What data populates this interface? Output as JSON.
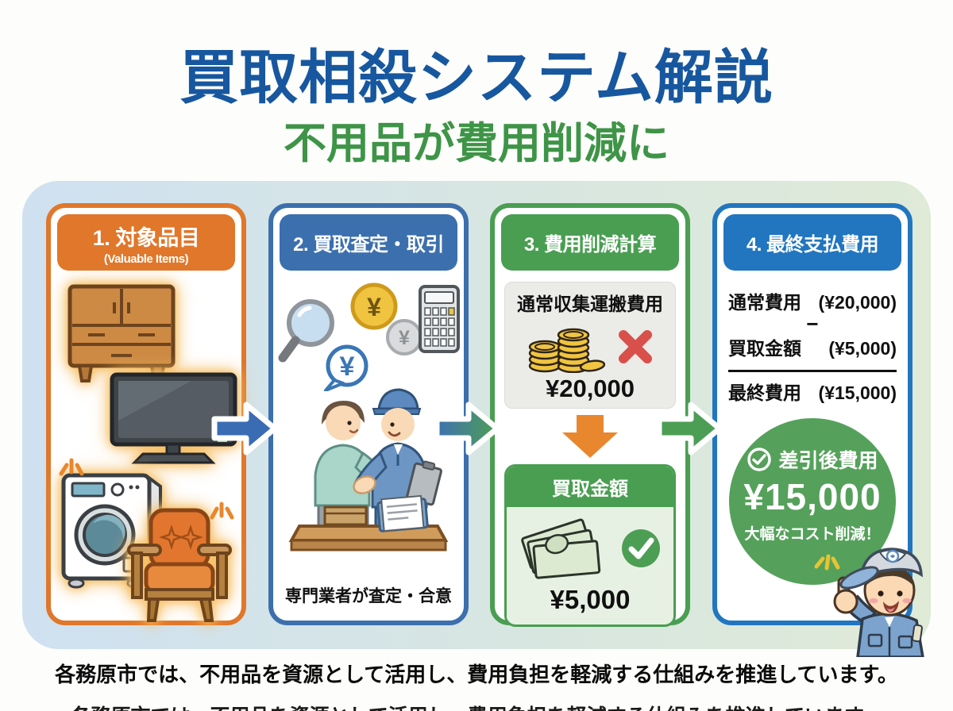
{
  "header": {
    "title": "買取相殺システム解説",
    "subtitle": "不用品が費用削減に"
  },
  "colors": {
    "title_blue": "#17579f",
    "subtitle_green": "#3e9447",
    "panel1_orange": "#e0772b",
    "panel2_blue": "#3c6fad",
    "panel3_green": "#4a9e52",
    "panel4_blue": "#2176bf",
    "result_circle_green": "#55a15b",
    "flow_arrow_blue": "#3a6cb3",
    "flow_arrow_green": "#4d9e55",
    "down_arrow_orange": "#e8872e",
    "cross_red": "#d9504a"
  },
  "panels": {
    "p1": {
      "title": "1. 対象品目",
      "subtitle": "(Valuable Items)",
      "items": [
        "cabinet",
        "tv",
        "washing-machine",
        "armchair"
      ]
    },
    "p2": {
      "title": "2. 買取査定・取引",
      "caption": "専門業者が査定・合意"
    },
    "p3": {
      "title": "3. 費用削減計算",
      "normal_cost": {
        "label": "通常収集運搬費用",
        "amount": "¥20,000"
      },
      "buyback": {
        "label": "買取金額",
        "amount": "¥5,000"
      }
    },
    "p4": {
      "title": "4. 最終支払費用",
      "calc": {
        "normal_label": "通常費用",
        "normal_amount": "(¥20,000)",
        "minus_sign": "−",
        "buyback_label": "買取金額",
        "buyback_amount": "(¥5,000)",
        "final_label": "最終費用",
        "final_amount": "(¥15,000)"
      },
      "result": {
        "label": "差引後費用",
        "amount": "¥15,000",
        "note": "大幅なコスト削減！"
      }
    }
  },
  "footer": {
    "text": "各務原市では、不用品を資源として活用し、費用負担を軽減する仕組みを推進しています。"
  },
  "icons": {
    "yen": "¥",
    "check": "✓",
    "cross": "✕"
  }
}
